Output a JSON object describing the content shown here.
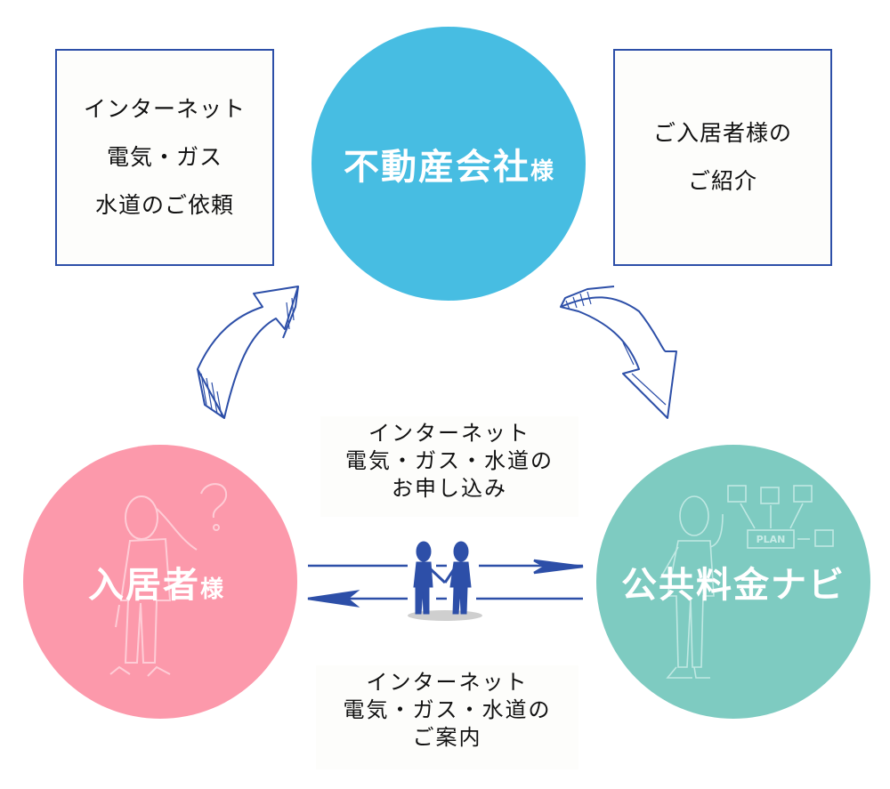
{
  "nodes": {
    "real_estate": {
      "main": "不動産会社",
      "suffix": "様",
      "color": "#47bde2"
    },
    "resident": {
      "main": "入居者",
      "suffix": "様",
      "color": "#fc99ab"
    },
    "navi": {
      "main": "公共料金ナビ",
      "suffix": "",
      "color": "#7ecbc1"
    }
  },
  "boxes": {
    "left": {
      "lines": [
        "インターネット",
        "電気・ガス",
        "水道のご依頼"
      ]
    },
    "right": {
      "lines": [
        "ご入居者様の",
        "ご紹介"
      ]
    }
  },
  "flows": {
    "application": {
      "lines": [
        "インターネット",
        "電気・ガス・水道の",
        "お申し込み"
      ]
    },
    "guidance": {
      "lines": [
        "インターネット",
        "電気・ガス・水道の",
        "ご案内"
      ]
    }
  },
  "illustration": {
    "plan_label": "PLAN"
  },
  "colors": {
    "ink": "#2d4fa8"
  }
}
